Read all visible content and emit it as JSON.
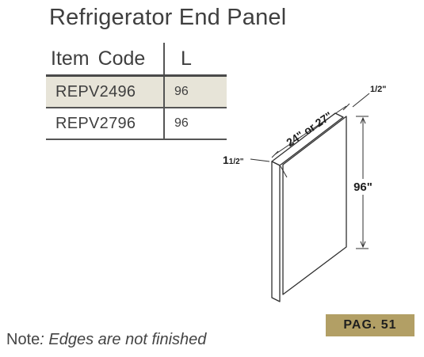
{
  "title": "Refrigerator End Panel",
  "table": {
    "headers": {
      "code": "Item  Code",
      "length": "L"
    },
    "rows": [
      {
        "code": "REPV2496",
        "length": "96"
      },
      {
        "code": "REPV2796",
        "length": "96"
      }
    ]
  },
  "diagram": {
    "depth_label": "24\" or 27\"",
    "height_label": "96\"",
    "thickness_label_main": "1",
    "thickness_label_frac": "1/2\"",
    "edge_label": "1/2\""
  },
  "note": {
    "prefix": "Note",
    "text": ": Edges are not finished"
  },
  "page_badge": "PAG. 51",
  "colors": {
    "highlight_row": "#e7e4d8",
    "badge": "#b29f65"
  }
}
